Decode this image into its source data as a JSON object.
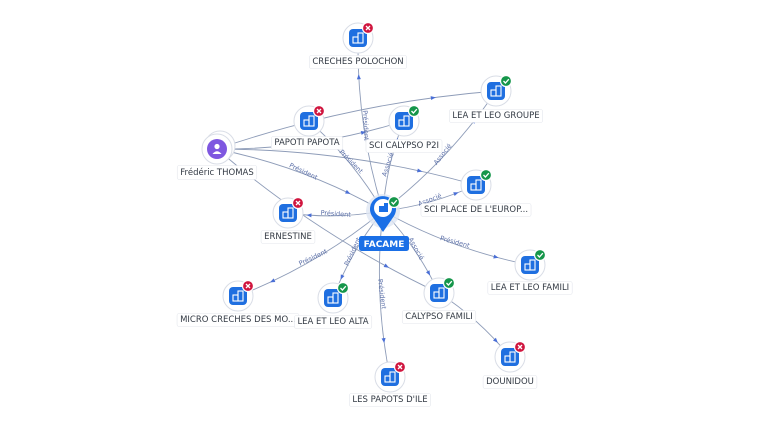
{
  "center": {
    "label": "FACAME",
    "status": "active"
  },
  "nodes": [
    {
      "id": "creches_polochon",
      "label": "CRECHES POLOCHON",
      "kind": "company",
      "status": "closed"
    },
    {
      "id": "lea_leo_groupe",
      "label": "LEA ET LEO GROUPE",
      "kind": "company",
      "status": "active"
    },
    {
      "id": "sci_calypso",
      "label": "SCI CALYPSO P2I",
      "kind": "company",
      "status": "active"
    },
    {
      "id": "papoti",
      "label": "PAPOTI PAPOTA",
      "kind": "company",
      "status": "closed"
    },
    {
      "id": "frederic",
      "label": "Frédéric THOMAS",
      "kind": "person",
      "status": "none"
    },
    {
      "id": "sci_place",
      "label": "SCI PLACE DE L'EUROP...",
      "kind": "company",
      "status": "active"
    },
    {
      "id": "ernestine",
      "label": "ERNESTINE",
      "kind": "company",
      "status": "closed"
    },
    {
      "id": "lea_leo_famili",
      "label": "LEA ET LEO FAMILI",
      "kind": "company",
      "status": "active"
    },
    {
      "id": "micro_creches",
      "label": "MICRO CRECHES DES MO...",
      "kind": "company",
      "status": "closed"
    },
    {
      "id": "lea_leo_alta",
      "label": "LEA ET LEO ALTA",
      "kind": "company",
      "status": "active"
    },
    {
      "id": "calypso_famili",
      "label": "CALYPSO FAMILI",
      "kind": "company",
      "status": "active"
    },
    {
      "id": "dounidou",
      "label": "DOUNIDOU",
      "kind": "company",
      "status": "closed"
    },
    {
      "id": "papots_ile",
      "label": "LES PAPOTS D'ILE",
      "kind": "company",
      "status": "closed"
    }
  ],
  "edges": [
    {
      "from": "center",
      "to": "creches_polochon",
      "label": "Président"
    },
    {
      "from": "center",
      "to": "lea_leo_groupe",
      "label": "Associé"
    },
    {
      "from": "center",
      "to": "sci_calypso",
      "label": "Associé"
    },
    {
      "from": "center",
      "to": "papoti",
      "label": "Président"
    },
    {
      "from": "frederic",
      "to": "center",
      "label": "Président"
    },
    {
      "from": "center",
      "to": "sci_place",
      "label": "Associé"
    },
    {
      "from": "center",
      "to": "ernestine",
      "label": "Président"
    },
    {
      "from": "center",
      "to": "lea_leo_famili",
      "label": "Président"
    },
    {
      "from": "center",
      "to": "micro_creches",
      "label": "Président"
    },
    {
      "from": "center",
      "to": "lea_leo_alta",
      "label": "Président"
    },
    {
      "from": "center",
      "to": "calypso_famili",
      "label": "Associé"
    },
    {
      "from": "center",
      "to": "papots_ile",
      "label": "Président"
    },
    {
      "from": "calypso_famili",
      "to": "dounidou",
      "label": ""
    },
    {
      "from": "frederic",
      "to": "sci_calypso",
      "label": ""
    },
    {
      "from": "frederic",
      "to": "sci_place",
      "label": ""
    },
    {
      "from": "frederic",
      "to": "calypso_famili",
      "label": ""
    },
    {
      "from": "frederic",
      "to": "lea_leo_groupe",
      "label": ""
    }
  ],
  "colors": {
    "node_blue": "#1f6fe0",
    "person_purple": "#7e57e0",
    "active": "#15964a",
    "closed": "#d0163f",
    "edge": "#8e9cb8",
    "center_label_bg": "#1a6fe6"
  },
  "icons": {
    "company": "building-icon",
    "person": "person-icon",
    "active": "check-badge-icon",
    "closed": "close-badge-icon"
  }
}
